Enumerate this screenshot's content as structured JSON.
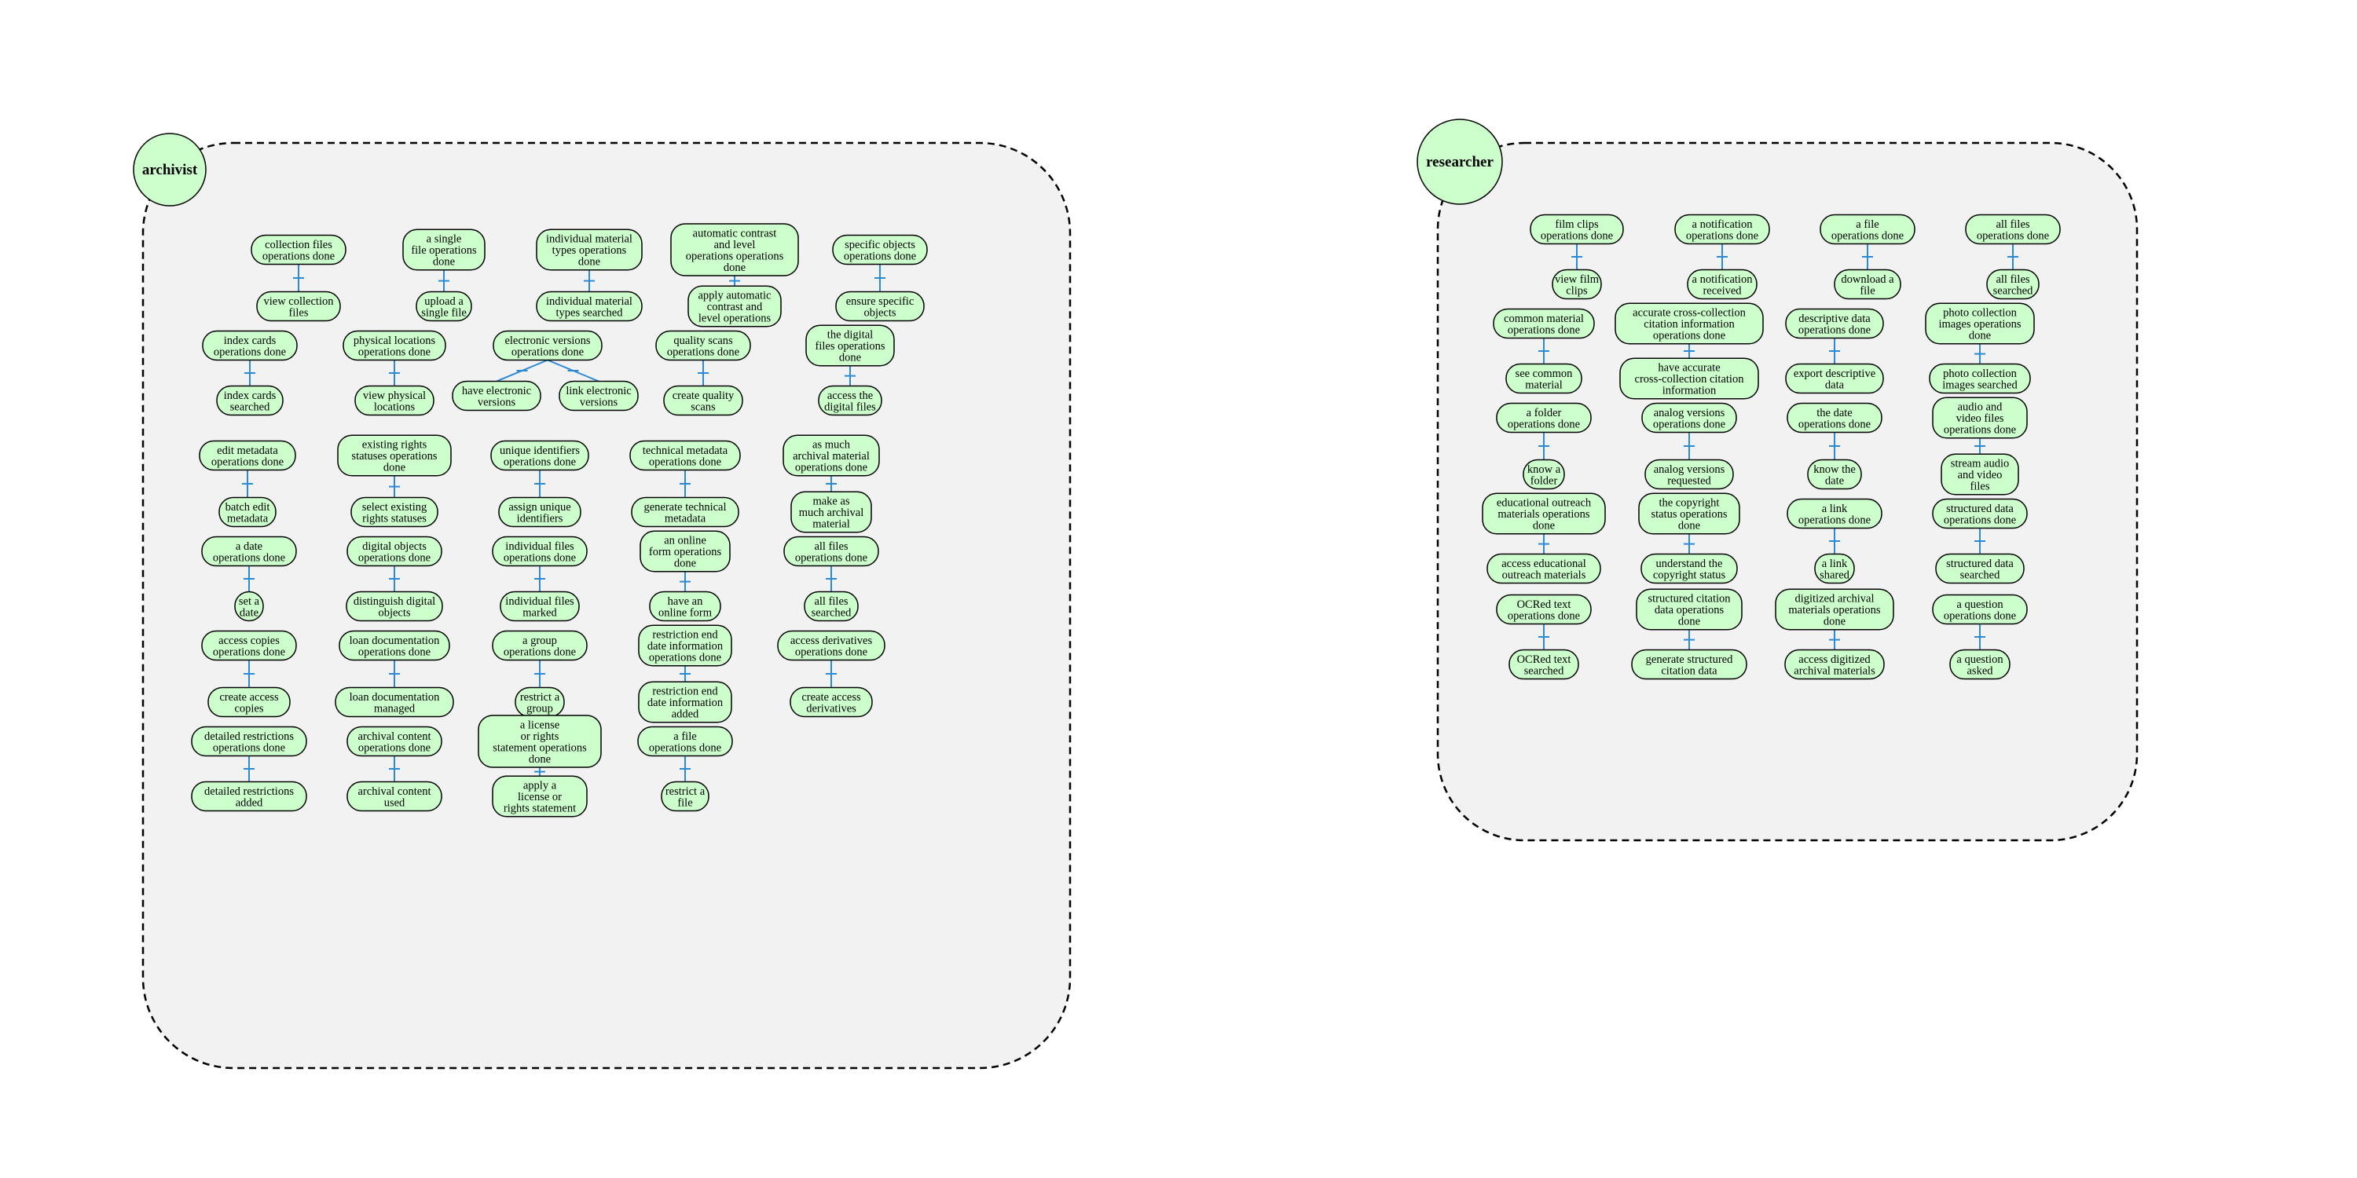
{
  "colors": {
    "node_fill": "#ccffcc",
    "node_stroke": "#000000",
    "boundary_fill": "#f2f2f2",
    "edge": "#2a8ad8"
  },
  "actors": [
    {
      "name": "archivist",
      "goals": [
        {
          "top": "collection files operations done",
          "bottom": "view collection files"
        },
        {
          "top": "a single file operations done",
          "bottom": "upload a single file"
        },
        {
          "top": "individual material types operations done",
          "bottom": "individual material types searched"
        },
        {
          "top": "automatic contrast and level operations operations done",
          "bottom": "apply automatic contrast and level operations"
        },
        {
          "top": "specific objects operations done",
          "bottom": "ensure specific objects"
        },
        {
          "top": "index cards operations done",
          "bottom": "index cards searched"
        },
        {
          "top": "physical locations operations done",
          "bottom": "view physical locations"
        },
        {
          "top": "electronic versions operations done",
          "children": [
            "have electronic versions",
            "link electronic versions"
          ]
        },
        {
          "top": "quality scans operations done",
          "bottom": "create quality scans"
        },
        {
          "top": "the digital files operations done",
          "bottom": "access the digital files"
        },
        {
          "top": "edit metadata operations done",
          "bottom": "batch edit metadata"
        },
        {
          "top": "existing rights statuses operations done",
          "bottom": "select existing rights statuses"
        },
        {
          "top": "unique identifiers operations done",
          "bottom": "assign unique identifiers"
        },
        {
          "top": "technical metadata operations done",
          "bottom": "generate technical metadata"
        },
        {
          "top": "as much archival material operations done",
          "bottom": "make as much archival material"
        },
        {
          "top": "a date operations done",
          "bottom": "set a date"
        },
        {
          "top": "digital objects operations done",
          "bottom": "distinguish digital objects"
        },
        {
          "top": "individual files operations done",
          "bottom": "individual files marked"
        },
        {
          "top": "an online form operations done",
          "bottom": "have an online form"
        },
        {
          "top": "all files operations done",
          "bottom": "all files searched"
        },
        {
          "top": "access copies operations done",
          "bottom": "create access copies"
        },
        {
          "top": "loan documentation operations done",
          "bottom": "loan documentation managed"
        },
        {
          "top": "a group operations done",
          "bottom": "restrict a group"
        },
        {
          "top": "restriction end date information operations done",
          "bottom": "restriction end date information added"
        },
        {
          "top": "access derivatives operations done",
          "bottom": "create access derivatives"
        },
        {
          "top": "detailed restrictions operations done",
          "bottom": "detailed restrictions added"
        },
        {
          "top": "archival content operations done",
          "bottom": "archival content used"
        },
        {
          "top": "a license or rights statement operations done",
          "bottom": "apply a license or rights statement"
        },
        {
          "top": "a file operations done",
          "bottom": "restrict a file"
        }
      ]
    },
    {
      "name": "researcher",
      "goals": [
        {
          "top": "film clips operations done",
          "bottom": "view film clips"
        },
        {
          "top": "a notification operations done",
          "bottom": "a notification received"
        },
        {
          "top": "a file operations done",
          "bottom": "download a file"
        },
        {
          "top": "all files operations done",
          "bottom": "all files searched"
        },
        {
          "top": "common material operations done",
          "bottom": "see common material"
        },
        {
          "top": "accurate cross-collection citation information operations done",
          "bottom": "have accurate cross-collection citation information"
        },
        {
          "top": "descriptive data operations done",
          "bottom": "export descriptive data"
        },
        {
          "top": "photo collection images operations done",
          "bottom": "photo collection images searched"
        },
        {
          "top": "a folder operations done",
          "bottom": "know a folder"
        },
        {
          "top": "analog versions operations done",
          "bottom": "analog versions requested"
        },
        {
          "top": "the date operations done",
          "bottom": "know the date"
        },
        {
          "top": "audio and video files operations done",
          "bottom": "stream audio and video files"
        },
        {
          "top": "educational outreach materials operations done",
          "bottom": "access educational outreach materials"
        },
        {
          "top": "the copyright status operations done",
          "bottom": "understand the copyright status"
        },
        {
          "top": "a link operations done",
          "bottom": "a link shared"
        },
        {
          "top": "structured data operations done",
          "bottom": "structured data searched"
        },
        {
          "top": "OCRed text operations done",
          "bottom": "OCRed text searched"
        },
        {
          "top": "structured citation data operations done",
          "bottom": "generate structured citation data"
        },
        {
          "top": "digitized archival materials operations done",
          "bottom": "access digitized archival materials"
        },
        {
          "top": "a question operations done",
          "bottom": "a question asked"
        }
      ]
    }
  ]
}
